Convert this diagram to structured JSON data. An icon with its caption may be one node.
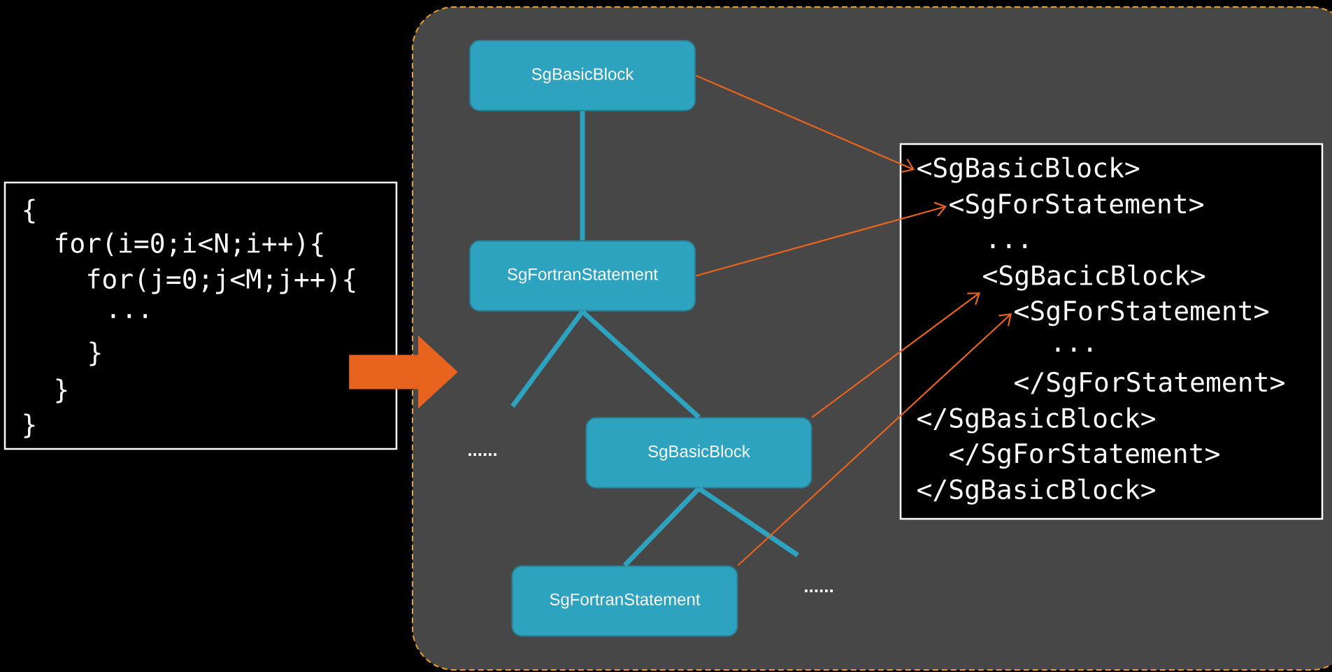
{
  "diagram": {
    "nodes": [
      {
        "text": [
          "{",
          "for(i=0;i<N;i++){",
          "for(j=0;j<M;j++){",
          "...",
          "}",
          "}",
          "}"
        ]
      },
      {
        "text": [],
        "shape": "box"
      },
      {
        "text": [
          "SgBasicBlock"
        ],
        "in": 1
      },
      {
        "text": [
          "SgFortranStatement"
        ],
        "in": 1
      },
      {
        "text": [
          "SgBasicBlock"
        ],
        "in": 1
      },
      {
        "text": [
          "SgFortranStatement"
        ],
        "in": 1
      },
      {
        "text": [],
        "shape": "box",
        "in": 1
      },
      {
        "text": [
          "<SgBasicBlock>"
        ],
        "in": 6
      },
      {
        "text": [
          "<SgForStatement>"
        ],
        "in": 6
      },
      {
        "text": [
          "..."
        ],
        "in": 6
      },
      {
        "text": [
          "<SgBacicBlock>"
        ],
        "in": 6
      },
      {
        "text": [
          "<SgForStatement>"
        ],
        "in": 6
      },
      {
        "text": [
          "..."
        ],
        "in": 6
      },
      {
        "text": [
          "</SgForStatement>"
        ],
        "in": 6
      },
      {
        "text": [
          "</SgBasicBlock>"
        ],
        "in": 6
      },
      {
        "text": [
          "</SgForStatement>"
        ],
        "in": 6
      },
      {
        "text": [
          "</SgBasicBlock>"
        ],
        "in": 6
      }
    ],
    "edges": [
      {
        "from": 0,
        "to": 1,
        "arrow": "to",
        "style": "thick",
        "color": "#e8641e"
      },
      {
        "from": 2,
        "to": 3,
        "arrow": "none",
        "color": "#2ea3c0"
      },
      {
        "from": 3,
        "to": null,
        "arrow": "none",
        "color": "#2ea3c0"
      },
      {
        "from": 3,
        "to": 4,
        "arrow": "none",
        "color": "#2ea3c0"
      },
      {
        "from": 4,
        "to": 5,
        "arrow": "none",
        "color": "#2ea3c0"
      },
      {
        "from": 4,
        "to": null,
        "arrow": "none",
        "color": "#2ea3c0"
      },
      {
        "from": 2,
        "to": 7,
        "arrow": "to",
        "color": "#e8641e"
      },
      {
        "from": 3,
        "to": 8,
        "arrow": "to",
        "color": "#e8641e"
      },
      {
        "from": 4,
        "to": 10,
        "arrow": "to",
        "color": "#e8641e"
      },
      {
        "from": 5,
        "to": 11,
        "arrow": "to",
        "color": "#e8641e"
      }
    ],
    "labels": [
      "......",
      "......"
    ]
  }
}
